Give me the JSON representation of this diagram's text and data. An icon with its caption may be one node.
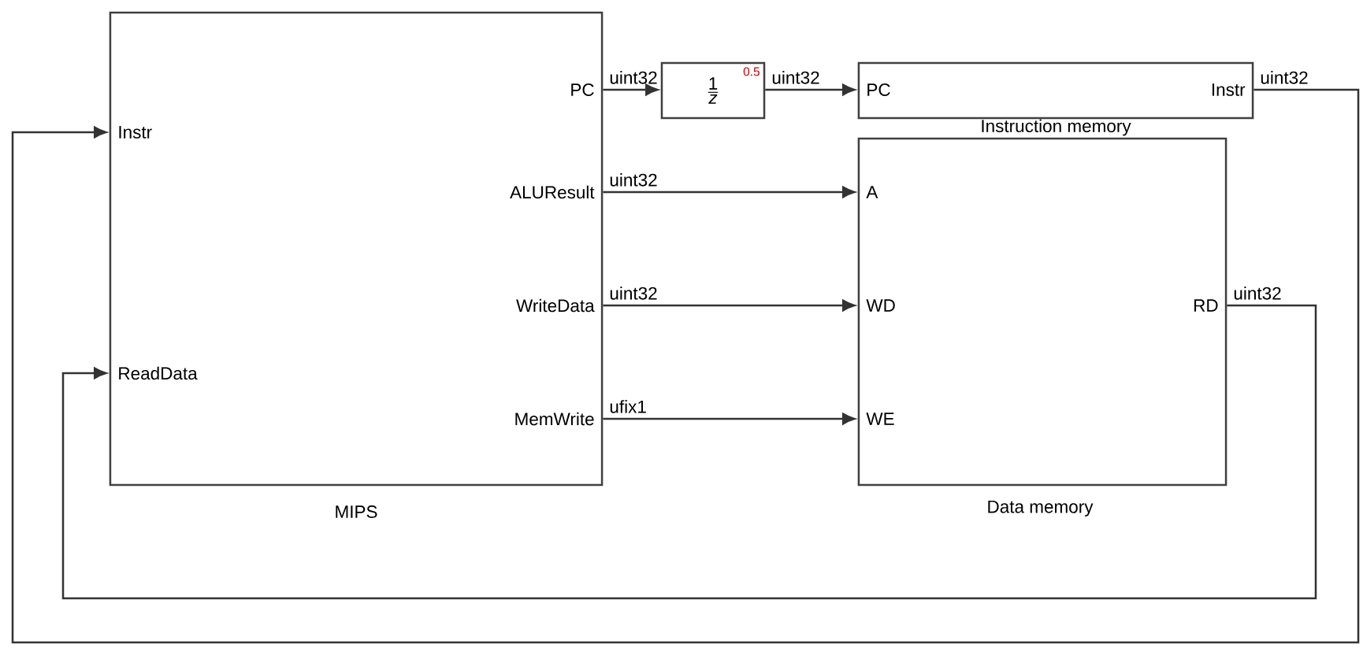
{
  "diagram": {
    "nodes": [
      {
        "text": [
          "Instr",
          "ReadData",
          "PC",
          "ALUResult",
          "WriteData",
          "MemWrite"
        ],
        "beside": [
          "MIPS"
        ]
      },
      {
        "text": [
          "1",
          "z",
          "0.5"
        ]
      },
      {
        "text": [
          "PC",
          "Instr"
        ],
        "beside": [
          "Instruction memory"
        ]
      },
      {
        "text": [
          "A",
          "WD",
          "WE",
          "RD"
        ],
        "beside": [
          "Data memory"
        ]
      }
    ],
    "edges": [
      {
        "from": 0,
        "to": 1,
        "arrow": "to",
        "label": "uint32"
      },
      {
        "from": 1,
        "to": 2,
        "arrow": "to",
        "label": "uint32"
      },
      {
        "from": 2,
        "to": 0,
        "arrow": "to",
        "label": "uint32"
      },
      {
        "from": 0,
        "to": 3,
        "arrow": "to",
        "label": "uint32"
      },
      {
        "from": 0,
        "to": 3,
        "arrow": "to",
        "label": "uint32"
      },
      {
        "from": 0,
        "to": 3,
        "arrow": "to",
        "label": "ufix1"
      },
      {
        "from": 3,
        "to": 0,
        "arrow": "to",
        "label": "uint32"
      }
    ]
  }
}
